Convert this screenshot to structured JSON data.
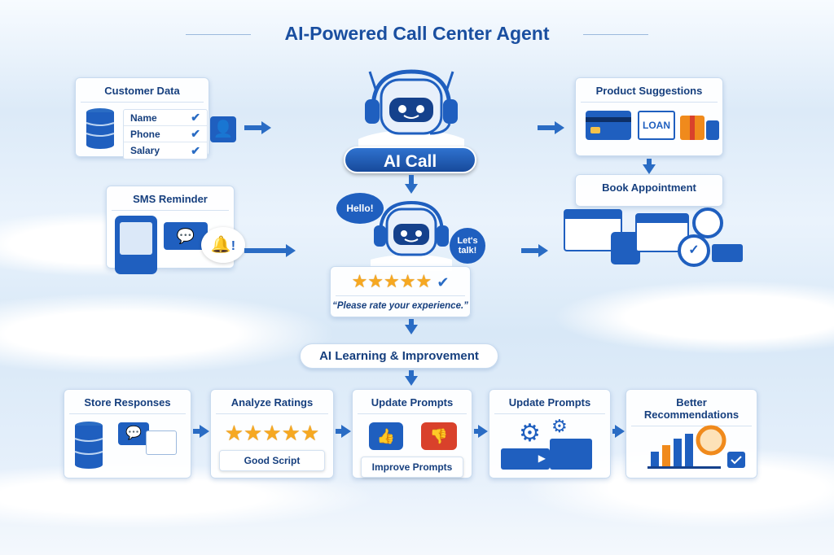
{
  "title": "AI-Powered Call Center Agent",
  "customer_data": {
    "title": "Customer Data",
    "fields": [
      "Name",
      "Phone",
      "Salary"
    ]
  },
  "ai_call": {
    "label": "AI Call"
  },
  "product_suggestions": {
    "title": "Product Suggestions",
    "loan_label": "LOAN"
  },
  "book_appointment": {
    "title": "Book Appointment"
  },
  "sms_reminder": {
    "title": "SMS Reminder"
  },
  "conversation": {
    "hello": "Hello!",
    "lets_talk": "Let's talk!"
  },
  "rating": {
    "stars": 5,
    "prompt": "“Please rate your experience.”"
  },
  "learning": {
    "label": "AI Learning & Improvement"
  },
  "steps": [
    {
      "title": "Store Responses"
    },
    {
      "title": "Analyze Ratings",
      "sub": "Good Script"
    },
    {
      "title": "Update Prompts",
      "sub": "Improve Prompts"
    },
    {
      "title": "Update Prompts"
    },
    {
      "title": "Better Recommendations"
    }
  ],
  "colors": {
    "primary": "#1f5fbf",
    "title": "#1a4fa0",
    "star": "#f6a821",
    "accent_orange": "#f08a1c",
    "accent_red": "#d9412b"
  }
}
